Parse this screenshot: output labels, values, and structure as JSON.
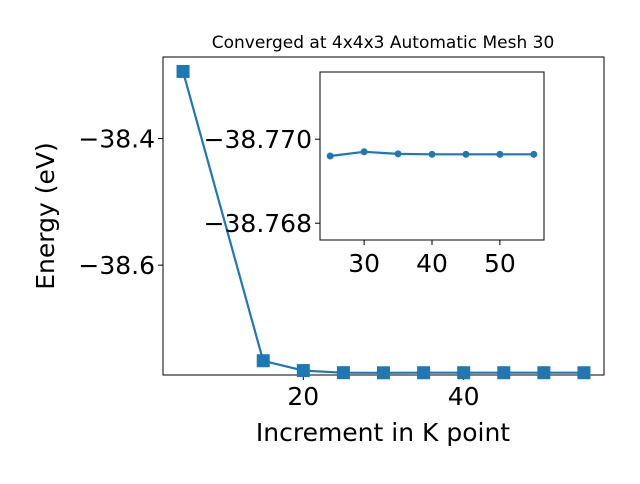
{
  "chart_data": [
    {
      "type": "line",
      "title": "Converged at 4x4x3 Automatic Mesh 30",
      "xlabel": "Increment in K point",
      "ylabel": "Energy (eV)",
      "xlim": [
        2.5,
        57.5
      ],
      "ylim": [
        -38.7735,
        -38.2712
      ],
      "xticks": [
        20,
        40
      ],
      "xtick_labels": [
        "20",
        "40"
      ],
      "yticks": [
        -38.4,
        -38.6
      ],
      "ytick_labels": [
        "−38.4",
        "−38.6"
      ],
      "grid": false,
      "marker": "square",
      "color": "#1f77b4",
      "series": [
        {
          "x": [
            5,
            15,
            20,
            25,
            30,
            35,
            40,
            45,
            50,
            55
          ],
          "y": [
            -38.294,
            -38.751,
            -38.7665,
            -38.7698,
            -38.77,
            -38.7699,
            -38.7699,
            -38.7699,
            -38.7699,
            -38.7699
          ]
        }
      ]
    },
    {
      "type": "line",
      "inset": true,
      "xlim": [
        23.5,
        56.5
      ],
      "ylim": [
        -38.7676,
        -38.7716
      ],
      "xticks": [
        30,
        40,
        50
      ],
      "xtick_labels": [
        "30",
        "40",
        "50"
      ],
      "yticks": [
        -38.77,
        -38.768
      ],
      "ytick_labels": [
        "−38.770",
        "−38.768"
      ],
      "grid": false,
      "marker": "circle",
      "color": "#1f77b4",
      "series": [
        {
          "x": [
            25,
            30,
            35,
            40,
            45,
            50,
            55
          ],
          "y": [
            -38.7696,
            -38.7697,
            -38.76965,
            -38.76964,
            -38.76964,
            -38.76964,
            -38.76964
          ]
        }
      ]
    }
  ]
}
